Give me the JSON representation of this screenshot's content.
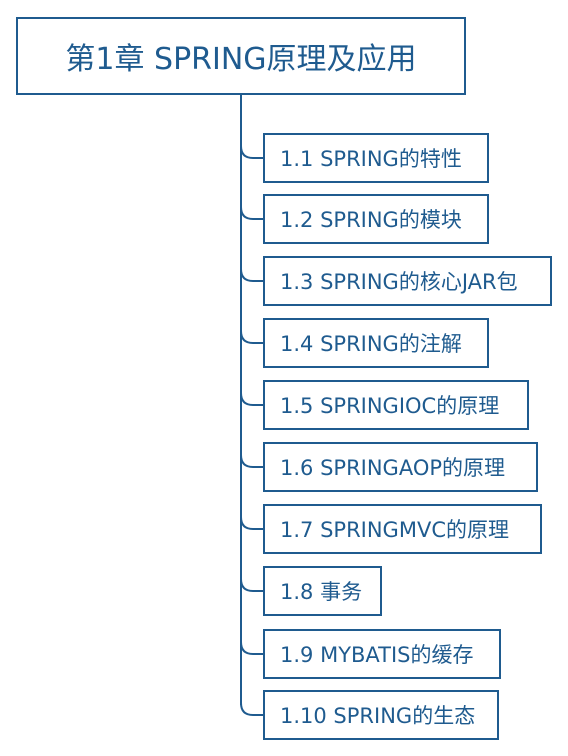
{
  "mindmap": {
    "root": "第1章 SPRING原理及应用",
    "children": [
      "1.1 SPRING的特性",
      "1.2 SPRING的模块",
      "1.3 SPRING的核心JAR包",
      "1.4 SPRING的注解",
      "1.5 SPRINGIOC的原理",
      "1.6 SPRINGAOP的原理",
      "1.7 SPRINGMVC的原理",
      "1.8 事务",
      "1.9 MYBATIS的缓存",
      "1.10 SPRING的生态"
    ]
  },
  "colors": {
    "line": "#1f5b8f",
    "text": "#1f5b8f",
    "background": "#ffffff"
  }
}
